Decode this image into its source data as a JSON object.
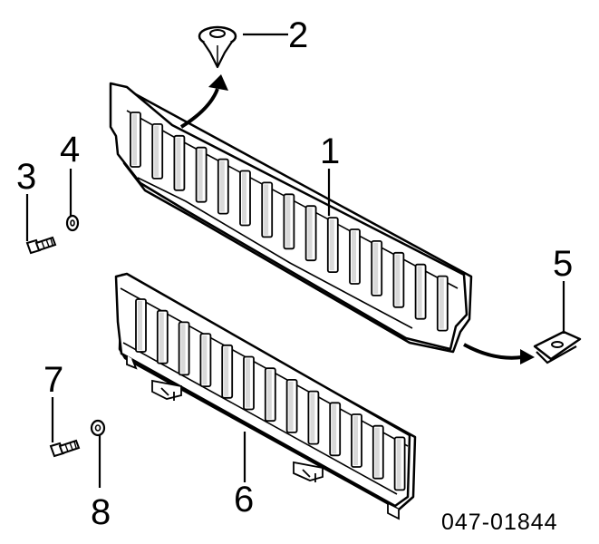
{
  "diagram": {
    "callouts": {
      "p1": "1",
      "p2": "2",
      "p3": "3",
      "p4": "4",
      "p5": "5",
      "p6": "6",
      "p7": "7",
      "p8": "8"
    },
    "part_code": "047-01844",
    "colors": {
      "ink": "#000000",
      "part_fill": "#ffffff",
      "slot_fill": "#d9d9d9"
    },
    "icons": [
      "push-clip-icon",
      "bolt-icon",
      "washer-icon",
      "spring-nut-icon"
    ]
  }
}
